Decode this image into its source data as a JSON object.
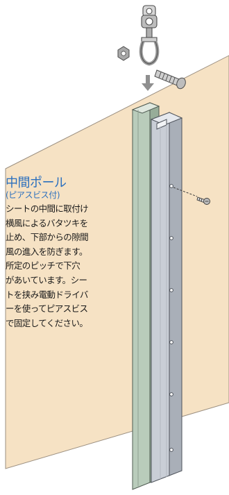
{
  "heading": {
    "title": "中間ポール",
    "subtitle": "(ピアスビス付)"
  },
  "description_lines": [
    "シートの中間に取付け",
    "横風によるバタツキを",
    "止め、下部からの隙間",
    "風の進入を防ぎます。",
    "所定のピッチで下穴",
    "があいています。シー",
    "トを挟み電動ドライバ",
    "ーを使ってピアスビス",
    "で固定してください。"
  ],
  "colors": {
    "wall": "#f6e2c4",
    "pole_green": "#b9ccbb",
    "pole_silver": "#c9ced6",
    "title_blue": "#2a6fbe",
    "arrow_gray": "#8f8f8f"
  },
  "icons": [
    "swivel-hook-icon",
    "nut-icon",
    "bolt-icon",
    "down-arrow-icon",
    "screw-icon"
  ]
}
